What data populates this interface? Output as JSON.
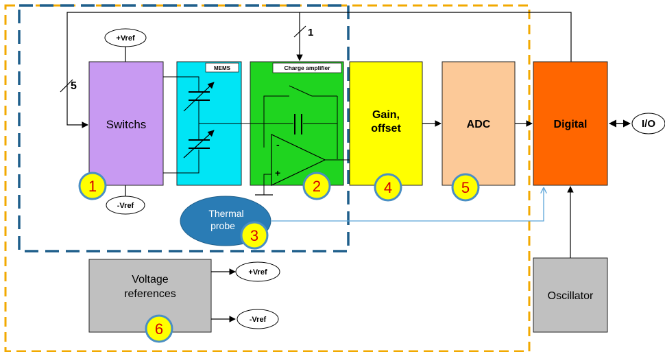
{
  "blocks": {
    "switches": "Switchs",
    "mems": "MEMS",
    "charge_amp": "Charge amplifier",
    "gain_line1": "Gain,",
    "gain_line2": "offset",
    "adc": "ADC",
    "digital": "Digital",
    "oscillator": "Oscillator",
    "voltage_line1": "Voltage",
    "voltage_line2": "references",
    "thermal_line1": "Thermal",
    "thermal_line2": "probe"
  },
  "terminals": {
    "vref_pos": "+Vref",
    "vref_neg": "-Vref",
    "io": "I/O"
  },
  "bus_widths": {
    "control_bus": "5",
    "charge_amp_control": "1"
  },
  "opamp": {
    "minus": "-",
    "plus": "+"
  },
  "markers": [
    "1",
    "2",
    "3",
    "4",
    "5",
    "6"
  ],
  "colors": {
    "switches": "#c89af2",
    "mems": "#00e5f5",
    "charge_amp": "#1fd41f",
    "gain": "#ffff00",
    "adc": "#fcc998",
    "digital": "#ff6600",
    "gray_block": "#c0c0c0",
    "thermal": "#2a7cb5",
    "marker_fill": "#ffff00",
    "marker_ring": "#4a8fc4",
    "marker_text": "#d40000",
    "dash_blue": "#1f5f8b",
    "dash_orange": "#f2a900",
    "thin_blue": "#5aa4d8"
  }
}
